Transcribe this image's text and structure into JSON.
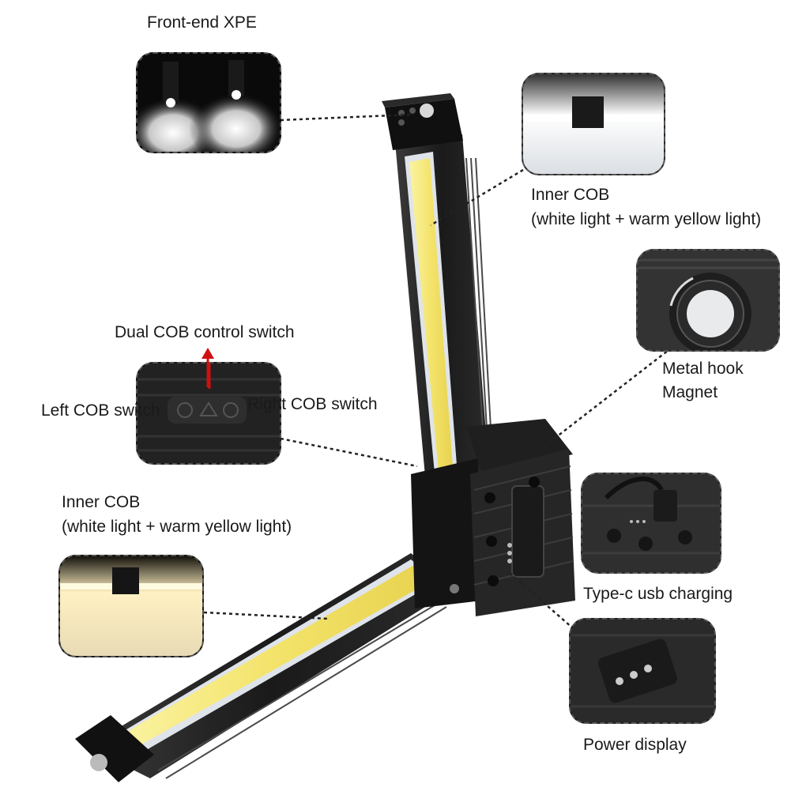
{
  "labels": {
    "front_xpe": "Front-end XPE",
    "inner_cob_top_line1": "Inner COB",
    "inner_cob_top_line2": "(white light + warm yellow light)",
    "metal_hook_line1": "Metal hook",
    "metal_hook_line2": "Magnet",
    "dual_switch": "Dual COB control switch",
    "left_switch": "Left COB switch",
    "right_switch": "Right COB switch",
    "inner_cob_bottom_line1": "Inner COB",
    "inner_cob_bottom_line2": "(white light + warm yellow light)",
    "type_c": "Type-c usb charging",
    "power_display": "Power display"
  },
  "colors": {
    "cob_yellow": "#f3e36a",
    "body_black": "#1c1c1c",
    "arrow_red": "#d01010",
    "leader": "#222222"
  },
  "icons": [
    "xpe-led-icon",
    "cob-strip-icon",
    "magnet-hook-icon",
    "switch-panel-icon",
    "usb-c-port-icon",
    "power-indicator-icon"
  ]
}
